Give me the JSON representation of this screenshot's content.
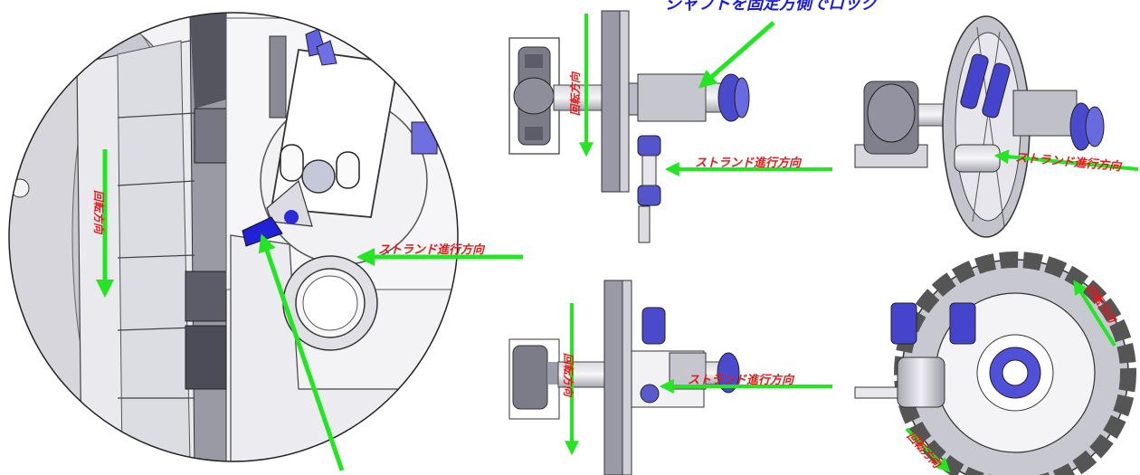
{
  "labels": {
    "header_text": "シャフトを固定方側でロック",
    "strand_direction": "ストランド進行方向",
    "rotation_direction": "回転方向"
  },
  "colors": {
    "arrow": "#22e622",
    "text_red": "#e61919",
    "text_blue": "#1a1ae6",
    "accent_blue": "#5050d8",
    "metal_light": "#e8e8ec",
    "metal_mid": "#b9b9c2",
    "metal_dark": "#6e6e7a"
  }
}
